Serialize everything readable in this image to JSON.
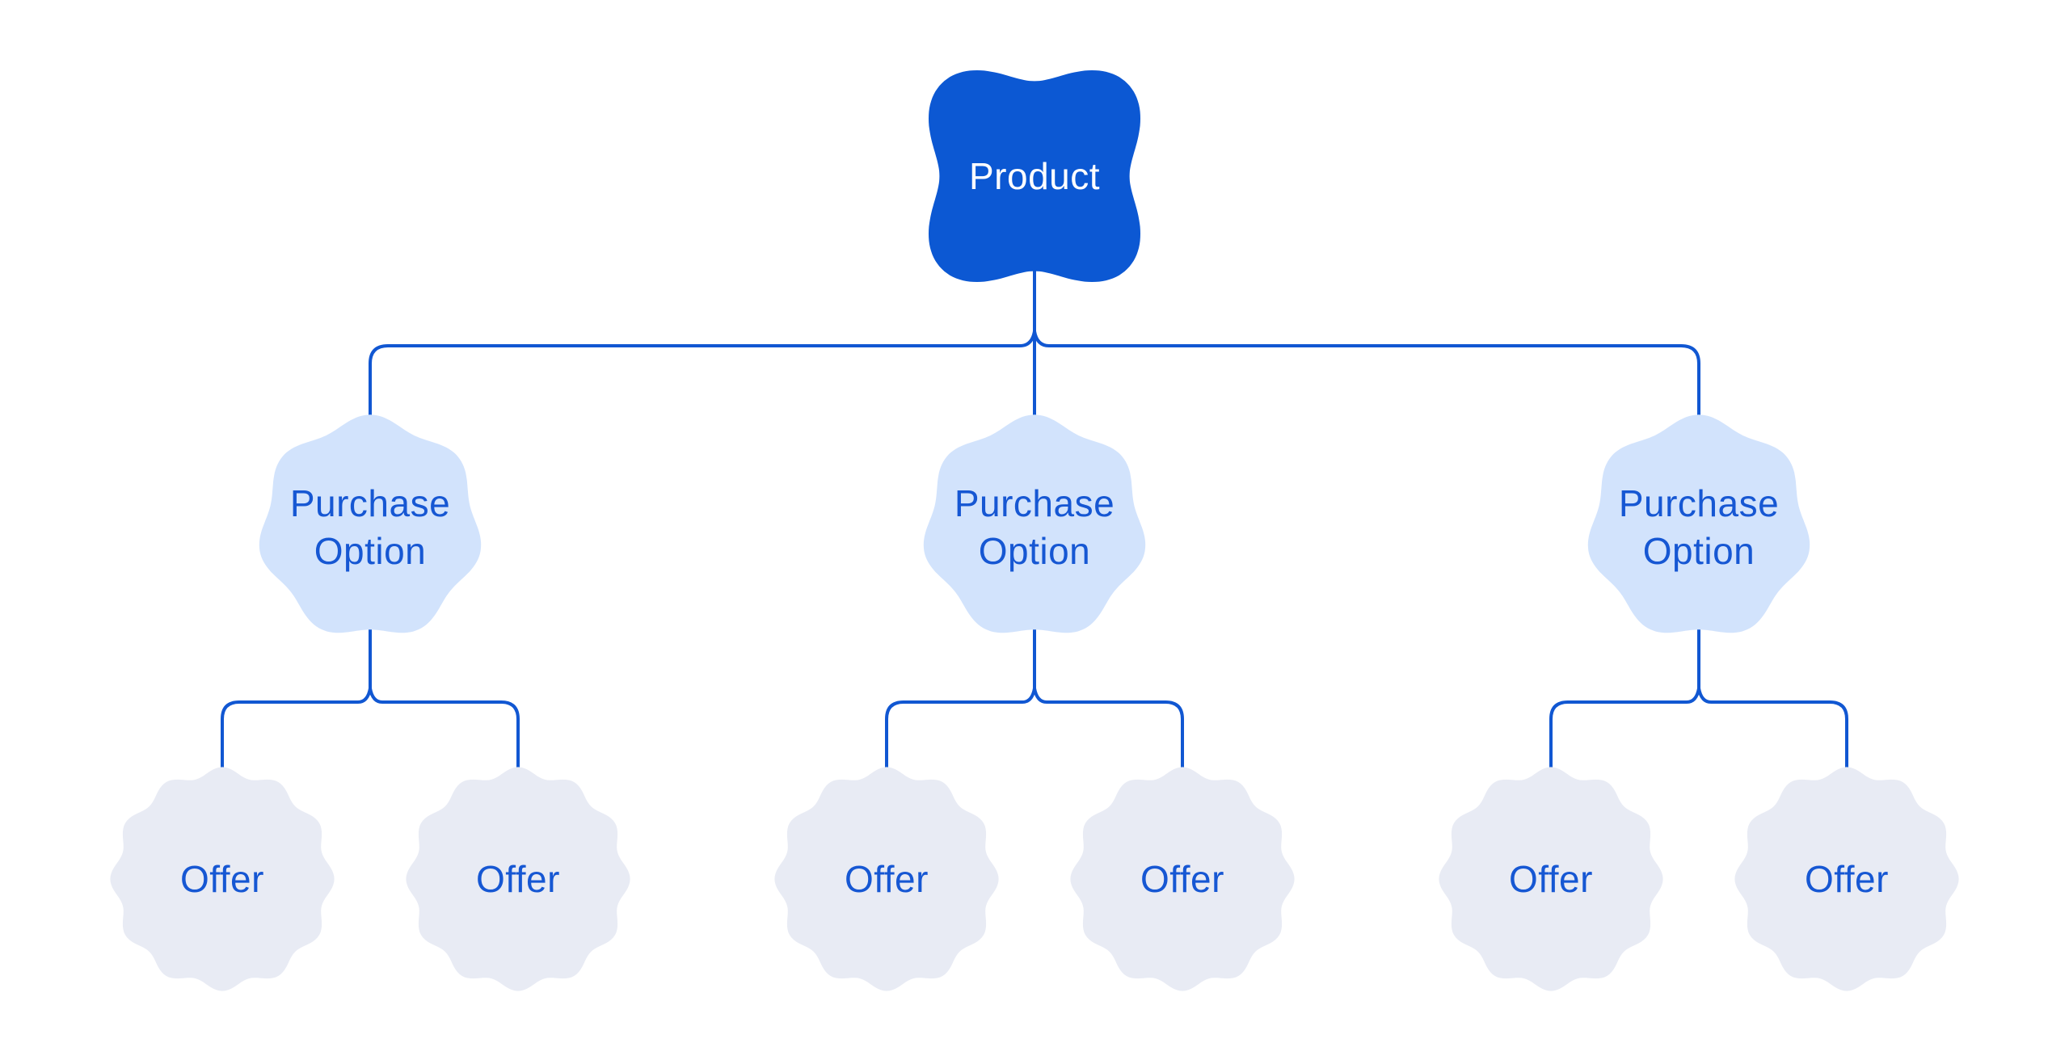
{
  "diagram": {
    "description": "Product hierarchy tree diagram",
    "colors": {
      "background": "#ffffff",
      "product_fill": "#0c58d3",
      "product_text": "#ffffff",
      "purchase_fill": "#d2e3fc",
      "offer_fill": "#e8ebf4",
      "node_text": "#1657d3",
      "connector": "#1157d2"
    }
  },
  "tree": {
    "root": {
      "type": "product",
      "label": "Product"
    },
    "children": [
      {
        "type": "purchase_option",
        "label": "Purchase Option",
        "children": [
          {
            "type": "offer",
            "label": "Offer"
          },
          {
            "type": "offer",
            "label": "Offer"
          }
        ]
      },
      {
        "type": "purchase_option",
        "label": "Purchase Option",
        "children": [
          {
            "type": "offer",
            "label": "Offer"
          },
          {
            "type": "offer",
            "label": "Offer"
          }
        ]
      },
      {
        "type": "purchase_option",
        "label": "Purchase Option",
        "children": [
          {
            "type": "offer",
            "label": "Offer"
          },
          {
            "type": "offer",
            "label": "Offer"
          }
        ]
      }
    ]
  }
}
